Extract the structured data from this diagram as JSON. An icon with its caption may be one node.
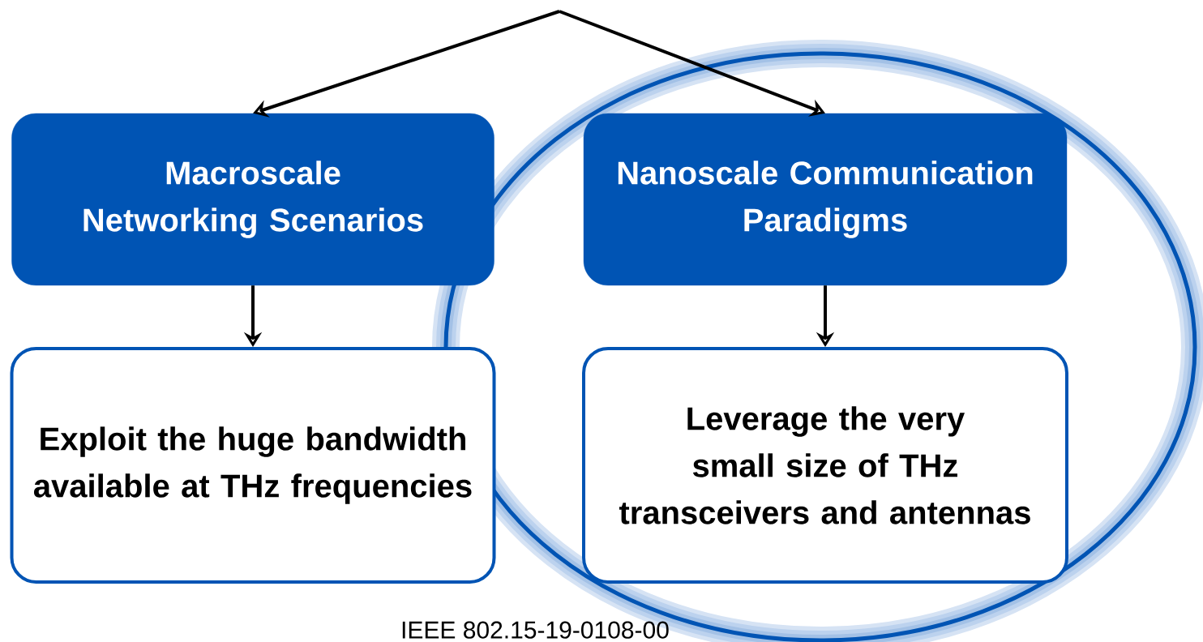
{
  "diagram": {
    "nodes": [
      {
        "text": [
          "Macroscale Networking Scenarios"
        ]
      },
      {
        "text": [
          "Nanoscale Communication Paradigms"
        ]
      },
      {
        "text": [
          "Exploit the huge bandwidth available at THz frequencies"
        ]
      },
      {
        "text": [
          "Leverage the very small size of THz transceivers and antennas"
        ]
      }
    ],
    "edges": [
      {
        "from": null,
        "to": 0,
        "arrow": "to"
      },
      {
        "from": null,
        "to": 1,
        "arrow": "to"
      },
      {
        "from": 0,
        "to": 2,
        "arrow": "to"
      },
      {
        "from": 1,
        "to": 3,
        "arrow": "to"
      }
    ],
    "labels": [
      "IEEE 802.15-19-0108-00"
    ]
  }
}
